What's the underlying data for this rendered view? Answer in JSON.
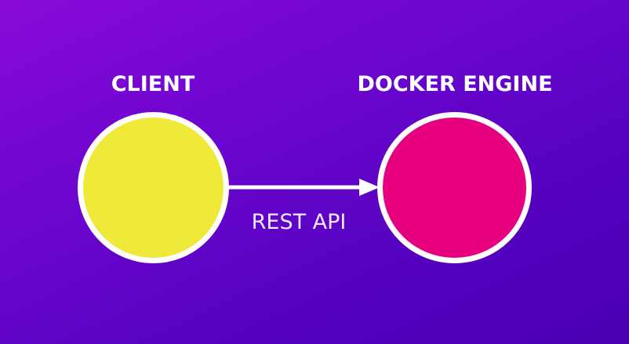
{
  "nodes": {
    "client": {
      "label": "CLIENT",
      "fill": "#efea3a"
    },
    "engine": {
      "label": "DOCKER ENGINE",
      "fill": "#e6007e"
    }
  },
  "edge": {
    "label": "REST API",
    "color": "#ffffff"
  },
  "colors": {
    "background_start": "#8a0ad8",
    "background_end": "#4a00b2",
    "outline": "#ffffff"
  }
}
